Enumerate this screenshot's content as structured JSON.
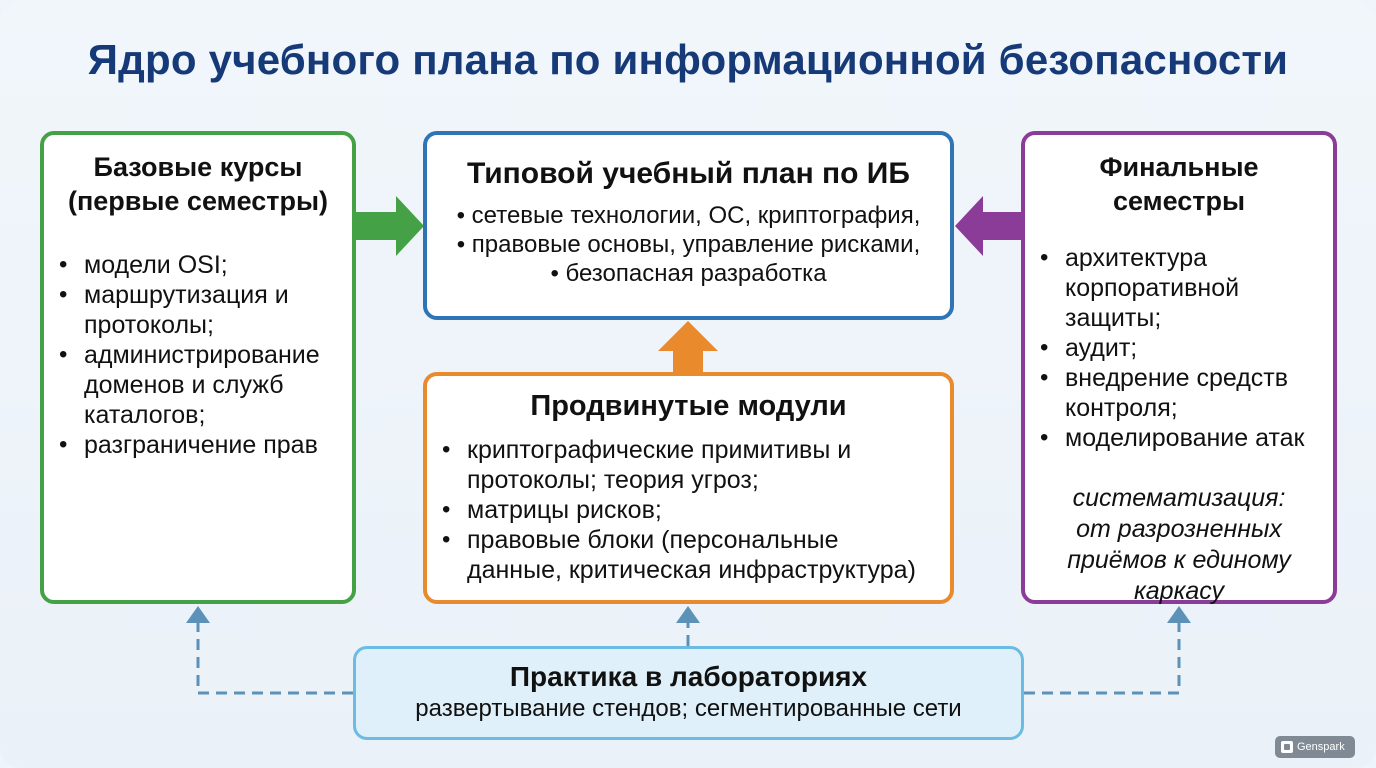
{
  "title": "Ядро учебного плана по информационной безопасности",
  "basic": {
    "heading_line1": "Базовые курсы",
    "heading_line2": "(первые семестры)",
    "items": [
      [
        "модели OSI;"
      ],
      [
        "маршрутизация и",
        "протоколы;"
      ],
      [
        "администрирование",
        "доменов и служб",
        "каталогов;"
      ],
      [
        "разграничение прав"
      ]
    ]
  },
  "core": {
    "heading": "Типовой учебный план по ИБ",
    "lines": [
      "• сетевые технологии, ОС, криптография,",
      "• правовые основы, управление рисками,",
      "• безопасная разработка"
    ]
  },
  "advanced": {
    "heading": "Продвинутые модули",
    "items": [
      [
        "криптографические примитивы и",
        "протоколы; теория угроз;"
      ],
      [
        "матрицы рисков;"
      ],
      [
        "правовые блоки (персональные",
        "данные, критическая инфраструктура)"
      ]
    ]
  },
  "final": {
    "heading_line1": "Финальные",
    "heading_line2": "семестры",
    "items": [
      [
        "архитектура",
        "корпоративной",
        "защиты;"
      ],
      [
        "аудит;"
      ],
      [
        "внедрение средств",
        "контроля;"
      ],
      [
        "моделирование атак"
      ]
    ],
    "note_lines": [
      "систематизация:",
      "от разрозненных",
      "приёмов к единому",
      "каркасу"
    ]
  },
  "lab": {
    "heading": "Практика в лабораториях",
    "sub": "развертывание стендов; сегментированные сети"
  },
  "watermark": "Genspark",
  "colors": {
    "title": "#163a78",
    "green": "#45a146",
    "blue": "#2f74b5",
    "orange": "#e98a2c",
    "purple": "#8b3c98",
    "lab_border": "#6bbbe3",
    "lab_fill": "#dff0fa",
    "dashed": "#5d92b8"
  }
}
